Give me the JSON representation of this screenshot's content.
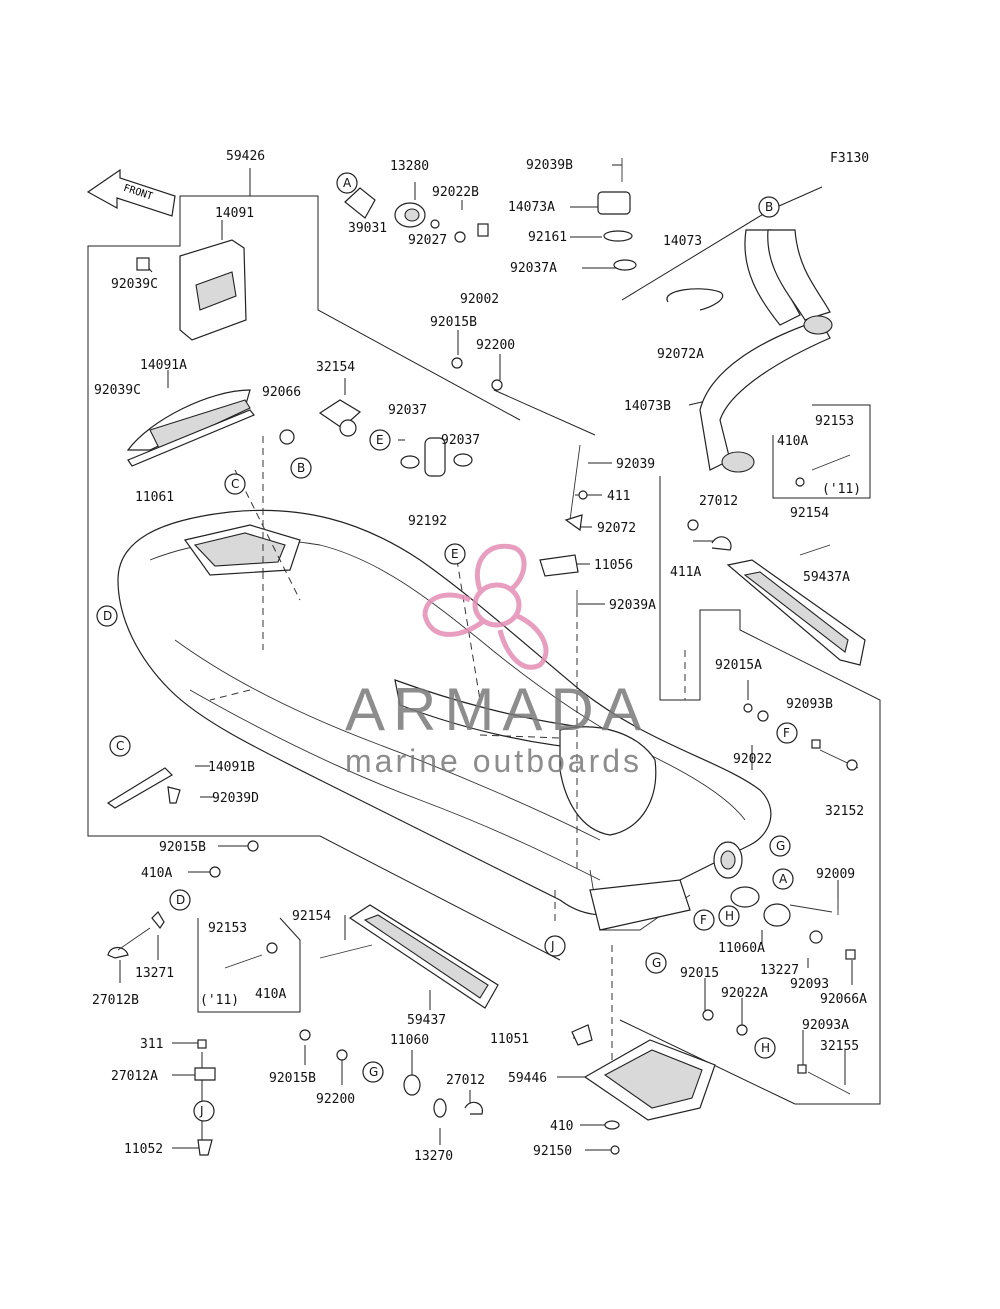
{
  "figure_code": "F3130",
  "front_label": "FRONT",
  "watermark": {
    "title": "ARMADA",
    "subtitle": "marine outboards",
    "brand_color": "#e48fb5",
    "text_color": "#7a7a7a"
  },
  "callouts": [
    "A",
    "B",
    "C",
    "D",
    "E",
    "F",
    "G",
    "H",
    "J"
  ],
  "parts": {
    "p59426": "59426",
    "p14091": "14091",
    "p92039C_1": "92039C",
    "p14091A": "14091A",
    "p92039C_2": "92039C",
    "p11061": "11061",
    "p92066": "92066",
    "p32154": "32154",
    "p39031": "39031",
    "p13280": "13280",
    "p92022B": "92022B",
    "p92027": "92027",
    "p92002": "92002",
    "p92015B_top": "92015B",
    "p92200_top": "92200",
    "p92037_1": "92037",
    "p92037_2": "92037",
    "p92192": "92192",
    "p92039B": "92039B",
    "p14073A": "14073A",
    "p92161": "92161",
    "p92037A": "92037A",
    "p14073": "14073",
    "p92072A": "92072A",
    "p14073B": "14073B",
    "p92153_r": "92153",
    "p410A_r": "410A",
    "p11_r": "('11)",
    "p92039": "92039",
    "p411": "411",
    "p92072": "92072",
    "p11056": "11056",
    "p27012": "27012",
    "p411A": "411A",
    "p92154_r": "92154",
    "p59437A": "59437A",
    "p92039A": "92039A",
    "p92015A": "92015A",
    "p92093B": "92093B",
    "p92022": "92022",
    "p32152": "32152",
    "p14091B": "14091B",
    "p92039D": "92039D",
    "p92015B_l": "92015B",
    "p410A_l": "410A",
    "p13271": "13271",
    "p27012B": "27012B",
    "p92153_l": "92153",
    "p11_l": "('11)",
    "p410A_b": "410A",
    "p92154_l": "92154",
    "p59437": "59437",
    "p92009": "92009",
    "p11060A": "11060A",
    "p13227": "13227",
    "p92093": "92093",
    "p92066A": "92066A",
    "p92015": "92015",
    "p92022A": "92022A",
    "p92093A": "92093A",
    "p32155": "32155",
    "p11051": "11051",
    "p59446": "59446",
    "p410": "410",
    "p92150": "92150",
    "p311": "311",
    "p27012A": "27012A",
    "p11052": "11052",
    "p92015B_b": "92015B",
    "p92200_b": "92200",
    "p11060": "11060",
    "p27012_b": "27012",
    "p13270": "13270"
  }
}
